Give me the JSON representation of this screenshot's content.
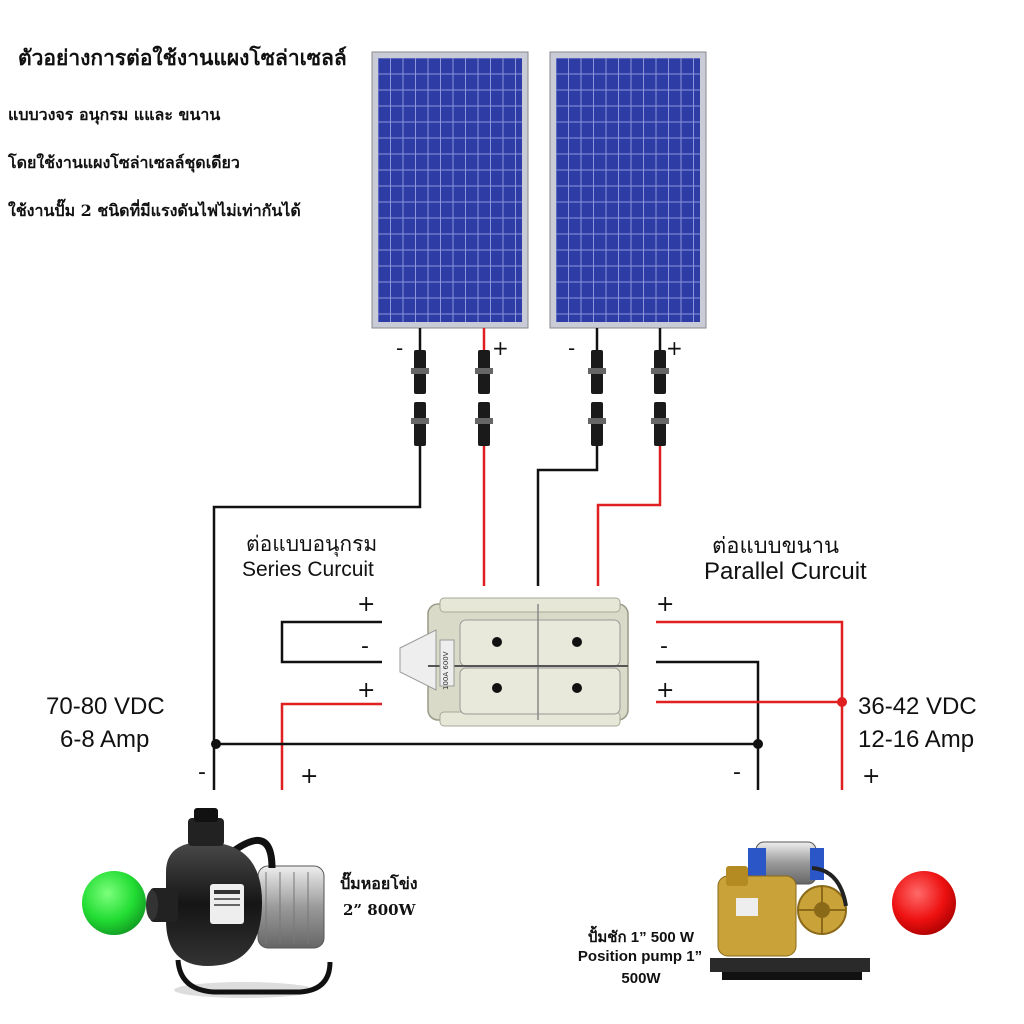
{
  "title": "ตัวอย่างการต่อใช้งานแผงโซล่าเซลล์",
  "intro": [
    "แบบวงจร อนุกรม แและ ขนาน",
    "โดยใช้งานแผงโซล่าเซลล์ชุดเดียว",
    "ใช้งานปั๊ม 2 ชนิดที่มีแรงดันไฟไม่เท่ากันได้"
  ],
  "series": {
    "label_th": "ต่อแบบอนุกรม",
    "label_en": "Series  Curcuit",
    "voltage": "70-80 VDC",
    "current": "6-8 Amp"
  },
  "parallel": {
    "label_th": "ต่อแบบขนาน",
    "label_en": "Parallel  Curcuit",
    "voltage": "36-42 VDC",
    "current": "12-16 Amp"
  },
  "switch_rating": "100A 600V",
  "polarity": {
    "plus": "+",
    "minus": "-"
  },
  "pump_left": {
    "name": "ปั๊มหอยโข่ง",
    "spec": "2”  800W",
    "indicator_color": "#22dd33"
  },
  "pump_right": {
    "line1": "ปั้มชัก 1” 500 W",
    "line2": "Position pump 1”",
    "line3": "500W",
    "indicator_color": "#ee1111"
  },
  "colors": {
    "wire_positive": "#e02020",
    "wire_negative": "#111111",
    "panel": "#2c3ca0"
  }
}
